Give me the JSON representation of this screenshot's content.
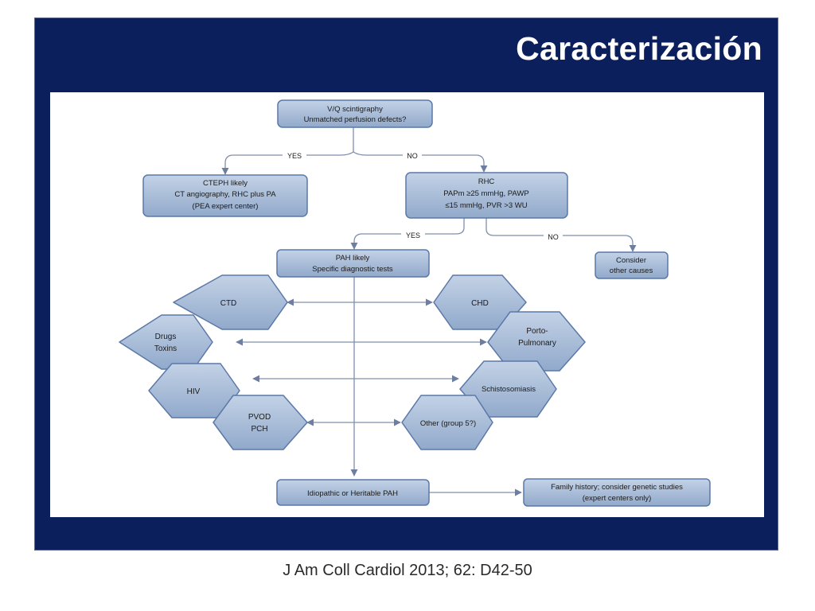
{
  "slide": {
    "title": "Caracterización",
    "citation": "J Am Coll Cardiol 2013; 62: D42-50"
  },
  "flow": {
    "vq": {
      "line1": "V/Q scintigraphy",
      "line2": "Unmatched perfusion defects?"
    },
    "edge_yes_1": "YES",
    "edge_no_1": "NO",
    "cteph": {
      "line1": "CTEPH likely",
      "line2": "CT angiography, RHC plus PA",
      "line3": "(PEA expert center)"
    },
    "rhc": {
      "line1": "RHC",
      "line2": "PAPm ≥25 mmHg, PAWP",
      "line3": "≤15 mmHg, PVR >3 WU"
    },
    "edge_yes_2": "YES",
    "edge_no_2": "NO",
    "pah": {
      "line1": "PAH likely",
      "line2": "Specific diagnostic tests"
    },
    "other_causes": {
      "line1": "Consider",
      "line2": "other causes"
    },
    "ctd": "CTD",
    "drugs": {
      "line1": "Drugs",
      "line2": "Toxins"
    },
    "hiv": "HIV",
    "pvod": {
      "line1": "PVOD",
      "line2": "PCH"
    },
    "chd": "CHD",
    "porto": {
      "line1": "Porto-",
      "line2": "Pulmonary"
    },
    "schisto": "Schistosomiasis",
    "other_group5": "Other (group 5?)",
    "idiopathic": "Idiopathic or Heritable PAH",
    "family": {
      "line1": "Family history; consider genetic studies",
      "line2": "(expert centers only)"
    }
  },
  "colors": {
    "slide_background": "#0b1f5c",
    "box_fill": "#9db3d1",
    "box_stroke": "#5a78a8",
    "arrow": "#6d7ea0"
  }
}
